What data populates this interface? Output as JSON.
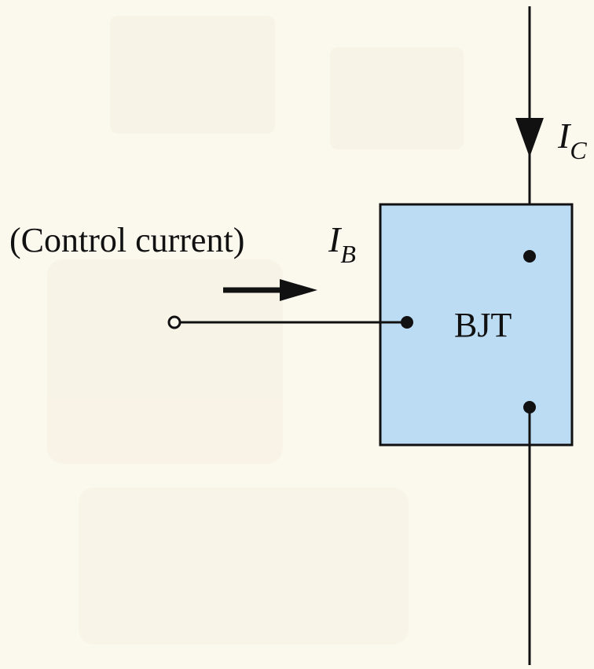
{
  "diagram": {
    "block_label": "BJT",
    "control_text": "(Control current)",
    "base_current": {
      "main": "I",
      "sub": "B"
    },
    "collector_current": {
      "main": "I",
      "sub": "C"
    },
    "colors": {
      "background": "#fbf8ee",
      "block_fill": "#bcdcf4",
      "stroke": "#111111"
    }
  }
}
